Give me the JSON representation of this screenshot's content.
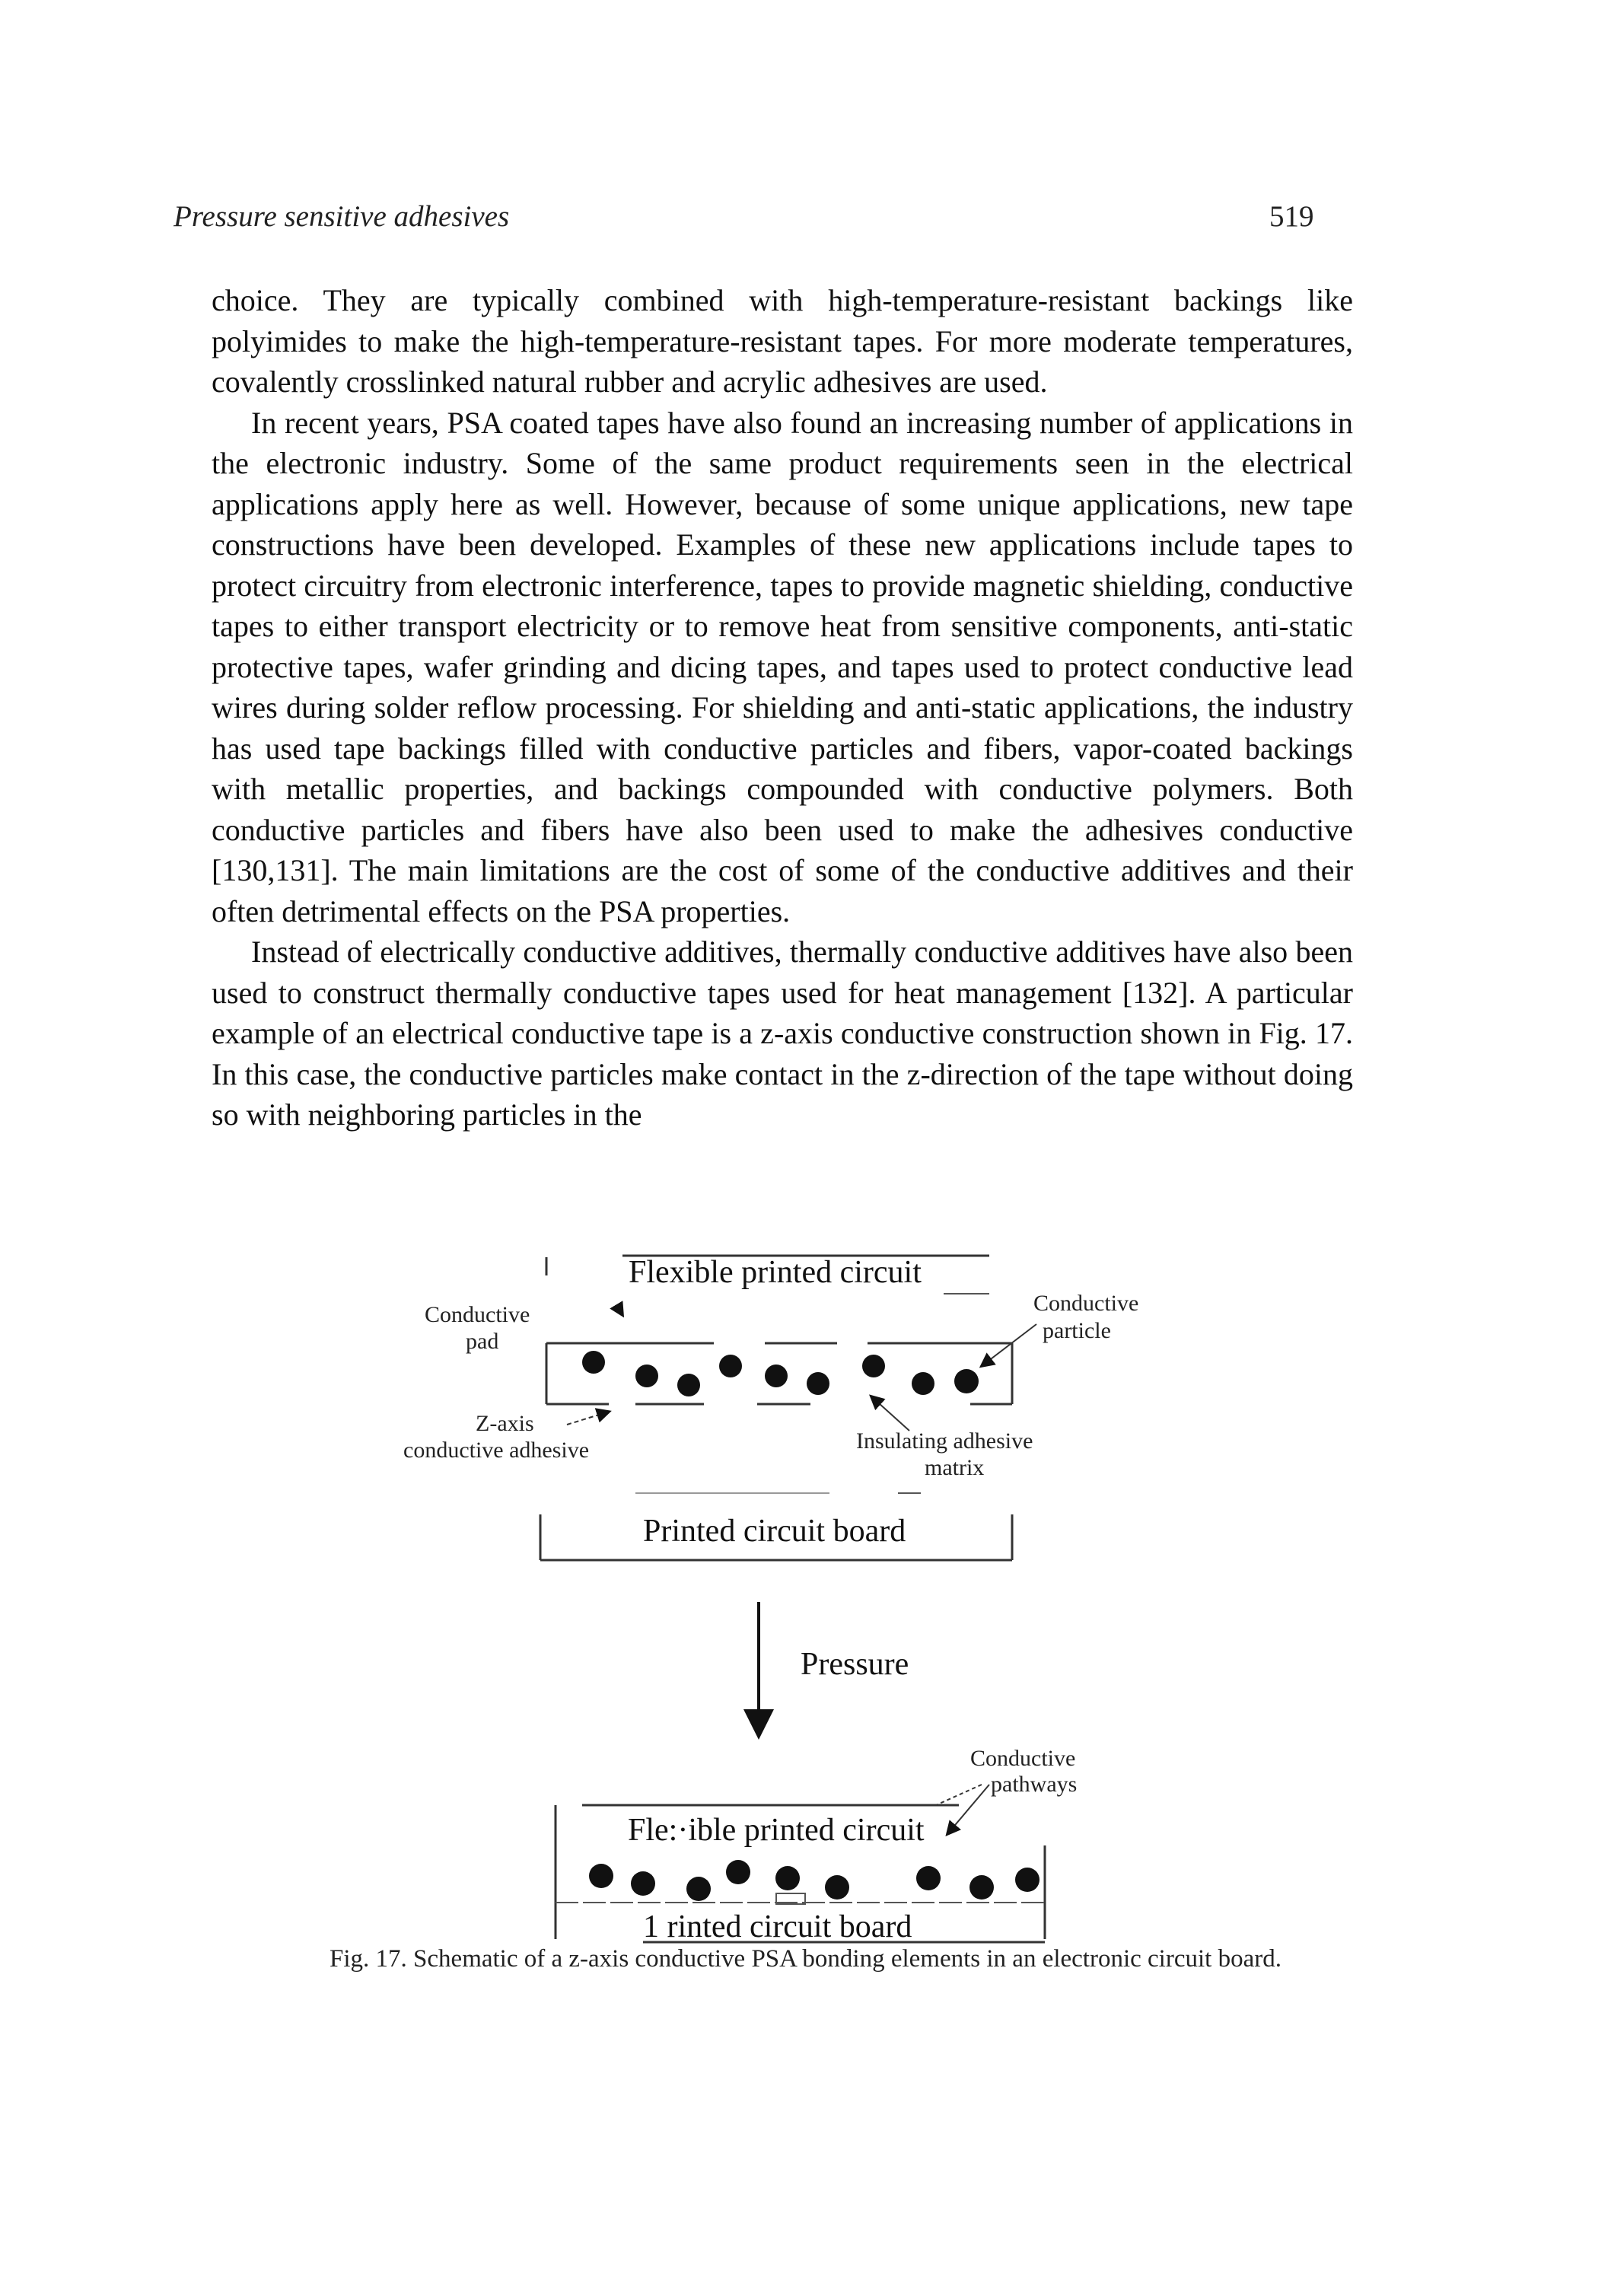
{
  "header": {
    "running_title": "Pressure sensitive adhesives",
    "page_number": "519"
  },
  "body": {
    "paragraphs": [
      "choice. They are typically combined with high-temperature-resistant backings like polyimides to make the high-temperature-resistant tapes. For more moderate temperatures, covalently crosslinked natural rubber and acrylic adhesives are used.",
      "In recent years, PSA coated tapes have also found an increasing number of applications in the electronic industry. Some of the same product requirements seen in the electrical applications apply here as well. However, because of some unique applications, new tape constructions have been developed. Examples of these new applications include tapes to protect circuitry from electronic interference, tapes to provide magnetic shielding, conductive tapes to either transport electricity or to remove heat from sensitive components, anti-static protective tapes, wafer grinding and dicing tapes, and tapes used to protect conductive lead wires during solder reflow processing. For shielding and anti-static applications, the industry has used tape backings filled with conductive particles and fibers, vapor-coated backings with metallic properties, and backings compounded with conductive polymers. Both conductive particles and fibers have also been used to make the adhesives conductive [130,131]. The main limitations are the cost of some of the conductive additives and their often detrimental effects on the PSA properties.",
      "Instead of electrically conductive additives, thermally conductive additives have also been used to construct thermally conductive tapes used for heat management [132]. A particular example of an electrical conductive tape is a z-axis conductive construction shown in Fig. 17. In this case, the conductive particles make contact in the z-direction of the tape without doing so with neighboring particles in the"
    ]
  },
  "figure": {
    "top_flex_label": "Flexible printed circuit",
    "conductive_pad_label_1": "Conductive",
    "conductive_pad_label_2": "pad",
    "conductive_particle_label_1": "Conductive",
    "conductive_particle_label_2": "particle",
    "zaxis_label_1": "Z-axis",
    "zaxis_label_2": "conductive adhesive",
    "insulating_label_1": "Insulating adhesive",
    "insulating_label_2": "matrix",
    "top_board_label": "Printed circuit board",
    "pressure_label": "Pressure",
    "pathways_label_1": "Conductive",
    "pathways_label_2": "pathways",
    "bottom_flex_label": "Fle:·ible printed circuit",
    "bottom_board_label": "1 rinted circuit board"
  },
  "caption": {
    "text": "Fig. 17. Schematic of a z-axis conductive PSA bonding elements in an electronic circuit board."
  }
}
